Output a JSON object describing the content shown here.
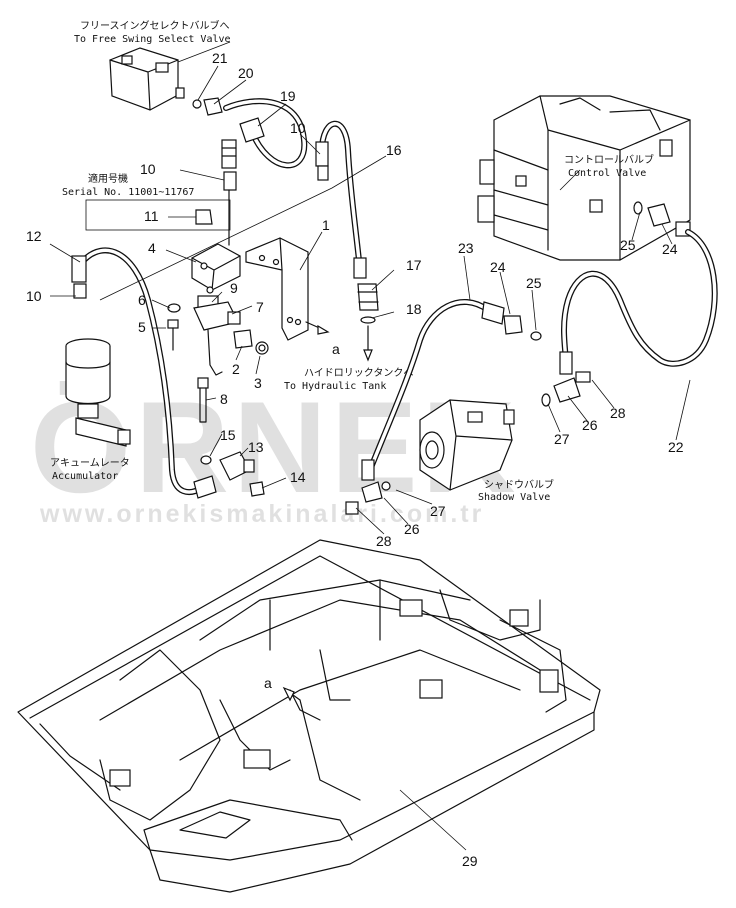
{
  "labels": {
    "free_swing_jp": "フリースイングセレクトバルブへ",
    "free_swing_en": "To Free Swing Select Valve",
    "serial_jp": "適用号機",
    "serial_en": "Serial No. 11001~11767",
    "control_valve_jp": "コントロールバルブ",
    "control_valve_en": "Control Valve",
    "hydraulic_tank_jp": "ハイドロリックタンクへ",
    "hydraulic_tank_en": "To Hydraulic Tank",
    "accumulator_jp": "アキュームレータ",
    "accumulator_en": "Accumulator",
    "shadow_valve_jp": "シャドウバルブ",
    "shadow_valve_en": "Shadow Valve",
    "ref_a_top": "a",
    "ref_a_bottom": "a"
  },
  "callouts": [
    "21",
    "20",
    "19",
    "10",
    "16",
    "10",
    "11",
    "12",
    "4",
    "1",
    "17",
    "10",
    "9",
    "6",
    "7",
    "18",
    "5",
    "2",
    "3",
    "8",
    "15",
    "13",
    "14",
    "23",
    "24",
    "25",
    "25",
    "24",
    "28",
    "26",
    "27",
    "22",
    "27",
    "26",
    "28",
    "29"
  ],
  "watermark": {
    "logo": "ÖRNEK",
    "url": "www.ornekismakinalari.com.tr",
    "color": "#c8c8c8"
  }
}
